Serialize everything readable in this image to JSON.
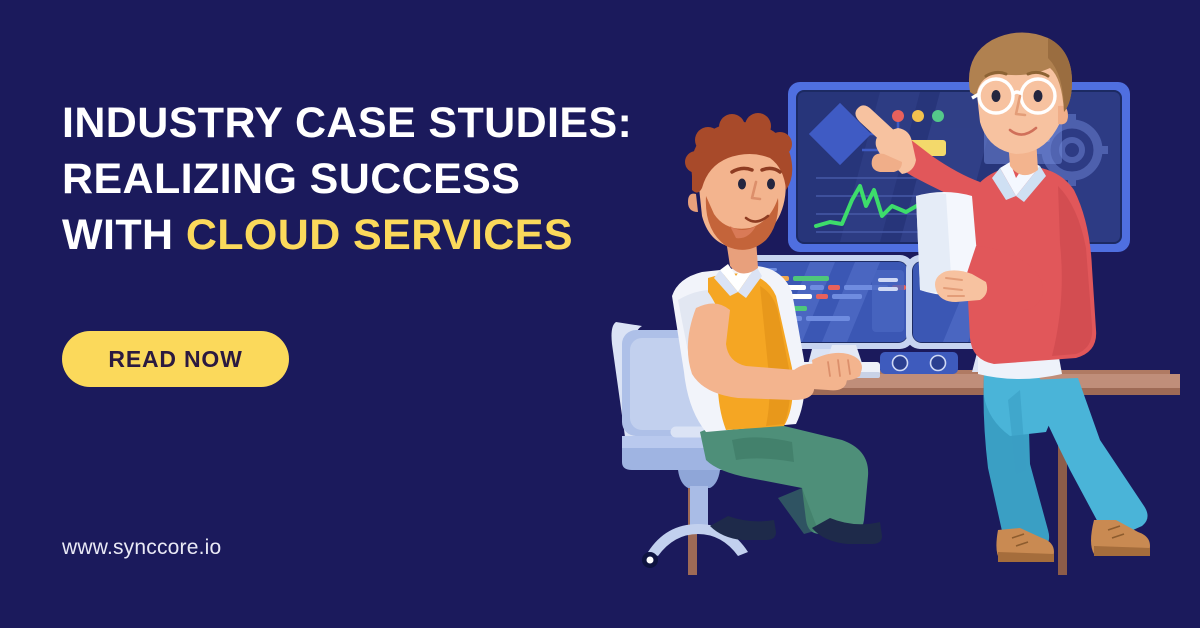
{
  "banner": {
    "background_color": "#1b1a5c",
    "accent_color": "#fbd95b",
    "text_color": "#ffffff"
  },
  "headline": {
    "line1": "INDUSTRY CASE STUDIES:",
    "line2": "REALIZING SUCCESS",
    "line3_prefix": "WITH ",
    "line3_accent": "CLOUD SERVICES"
  },
  "cta": {
    "label": "READ NOW",
    "background_color": "#fbd95b",
    "text_color": "#2b1a40"
  },
  "footer": {
    "url": "www.synccore.io"
  },
  "illustration": {
    "name": "two-colleagues-reviewing-dashboard",
    "wall_monitor": {
      "name": "wall-mounted-dashboard-screen",
      "frame_color": "#4f6fe0",
      "screen_color": "#27357a",
      "widgets": {
        "diamond_color": "#3f5bc4",
        "status_dots": [
          "#e8615c",
          "#f2c14e",
          "#54c98a"
        ],
        "highlight_bar_color": "#f3d96b",
        "line_chart_color": "#3ddc6b",
        "gear_icon": "gear-icon",
        "tag_colors": [
          "#e8615c",
          "#54c98a"
        ]
      }
    },
    "desktop_monitor_left": {
      "name": "code-editor-monitor",
      "screen_color": "#3b57b4",
      "code_colors": [
        "#ffffff",
        "#f0a64b",
        "#4ec77a",
        "#e8615c",
        "#6f8ce0"
      ]
    },
    "desktop_monitor_right": {
      "name": "secondary-monitor",
      "screen_color": "#3b57b4"
    },
    "speaker_bar": {
      "name": "desk-speaker-bar",
      "color": "#3e5bbd"
    },
    "keyboard": {
      "name": "desk-keyboard",
      "color": "#eef1f8"
    },
    "desk": {
      "name": "desk-surface",
      "color": "#c08e7a"
    },
    "seated_person": {
      "name": "seated-developer",
      "hair_color": "#a84a2a",
      "beard_color": "#c4643a",
      "vest_color": "#f5a623",
      "shirt_color": "#f2f4fa",
      "pants_color": "#4e8f79",
      "shoe_color": "#1e2a4a"
    },
    "standing_person": {
      "name": "standing-presenter",
      "hair_color": "#b08150",
      "glasses_color": "#ffffff",
      "sweater_color": "#e1575a",
      "collar_color": "#cfe0f3",
      "jeans_color": "#4ab4d8",
      "boot_color": "#c98a52"
    },
    "office_chair": {
      "name": "office-chair",
      "color": "#b9c9ee"
    },
    "document_sheet": {
      "name": "paper-document",
      "color": "#f4f7fd"
    }
  }
}
